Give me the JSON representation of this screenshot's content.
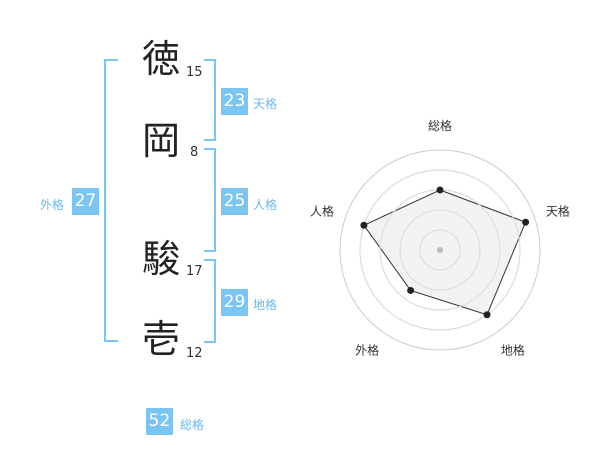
{
  "name": {
    "chars": [
      {
        "char": "徳",
        "strokes": "15"
      },
      {
        "char": "岡",
        "strokes": "8"
      },
      {
        "char": "駿",
        "strokes": "17"
      },
      {
        "char": "壱",
        "strokes": "12"
      }
    ]
  },
  "fortune": {
    "tenkaku": {
      "value": "23",
      "label": "天格"
    },
    "jinkaku": {
      "value": "25",
      "label": "人格"
    },
    "chikaku": {
      "value": "29",
      "label": "地格"
    },
    "gaikaku": {
      "value": "27",
      "label": "外格"
    },
    "soukaku": {
      "value": "52",
      "label": "総格"
    }
  },
  "colors": {
    "accent": "#7dc5f1",
    "label": "#6cb8ea",
    "radar_fill": "#eeeeee",
    "radar_line": "#333333",
    "ring": "#cccccc"
  },
  "chart_data": {
    "type": "radar",
    "axes": [
      "総格",
      "天格",
      "地格",
      "外格",
      "人格"
    ],
    "values": [
      3.0,
      4.5,
      4.0,
      2.5,
      4.0
    ],
    "max": 5,
    "rings": 4
  }
}
